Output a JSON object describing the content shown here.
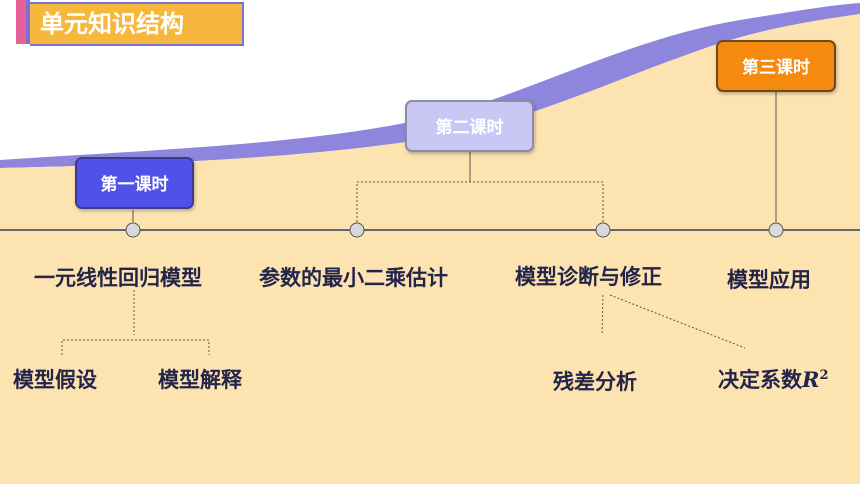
{
  "header": {
    "title": "单元知识结构"
  },
  "lessons": [
    {
      "label": "第一课时"
    },
    {
      "label": "第二课时"
    },
    {
      "label": "第三课时"
    }
  ],
  "topics": [
    {
      "label": "一元线性回归模型"
    },
    {
      "label": "参数的最小二乘估计"
    },
    {
      "label": "模型诊断与修正"
    },
    {
      "label": "模型应用"
    }
  ],
  "subtopics": [
    {
      "label": "模型假设"
    },
    {
      "label": "模型解释"
    },
    {
      "label": "残差分析"
    },
    {
      "label": "决定系数",
      "symbol": "R",
      "exponent": "2"
    }
  ],
  "colors": {
    "background_fill": "#fde3b0",
    "wave_fill": "#8d86dc",
    "lesson1": "#4f52e8",
    "lesson2": "#c9c8f5",
    "lesson3": "#f58a0e",
    "title_bg": "#f5b83d",
    "text": "#23244a"
  }
}
